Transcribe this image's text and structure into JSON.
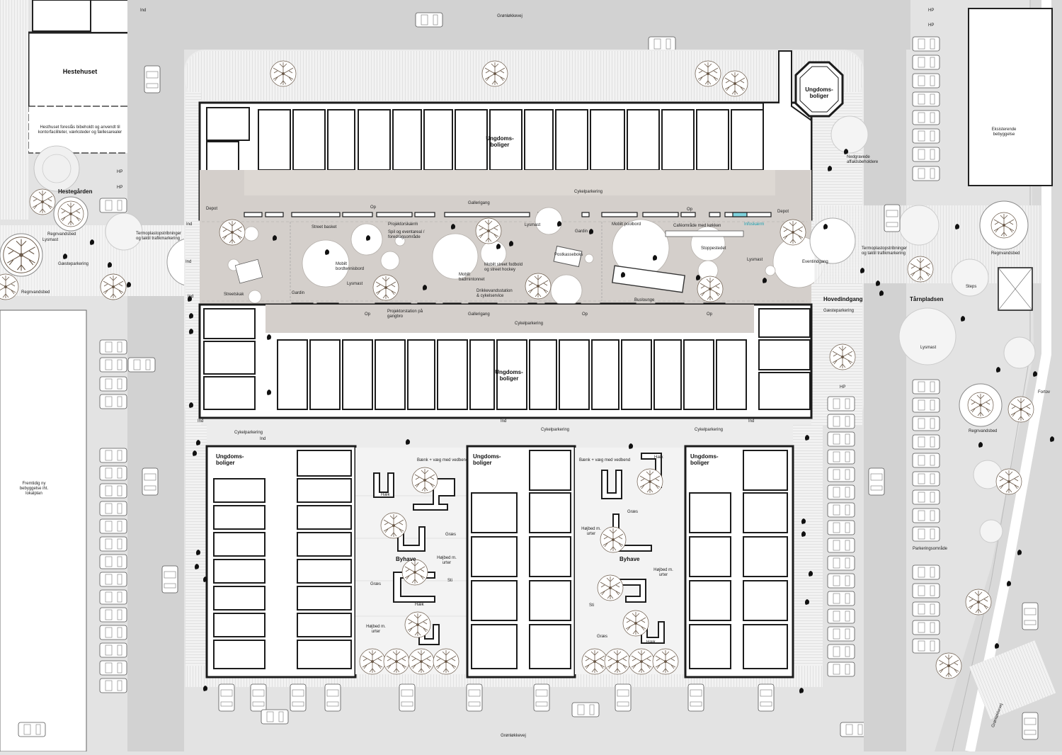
{
  "colors": {
    "ground": "#e3e3e3",
    "plaza": "#d4cfcb",
    "building": "#ffffff",
    "wall": "#1c1c1c",
    "road": "#cfcfcf",
    "accent": "#7fd3dd"
  },
  "streets": {
    "north": "Grønløkkevej",
    "south": "Grønløkkevej",
    "east_diag": "Grønløkkevej"
  },
  "left": {
    "hestehuset": "Hestehuset",
    "hestehuset_note": "Hesthuset foreslås bibeholdt og anvendt til kontorfaciliteter, værksteder og fællesarealer",
    "hestegaarden": "Hestegården",
    "regnvandsbed_1": "Regnvandsbed",
    "regnvandsbed_2": "Regnvandsbed",
    "lysmast": "Lysmast",
    "gaesteparkering": "Gæsteparkering",
    "termoplast": "Termoplastopstribninger og taktil trafikmarkering",
    "hp1": "HP",
    "hp2": "HP",
    "ind_top": "Ind",
    "fremtidig": "Fremtidig ny bebyggelse iht. lokalplan"
  },
  "north_block": {
    "title": "Ungdoms-\nboliger",
    "depot_w": "Depot",
    "depot_e": "Depot",
    "op_w": "Op",
    "op_e": "Op",
    "gallerigang": "Gallerigang",
    "cykelparkering": "Cykelparkering",
    "tower": "Ungdoms-\nboliger",
    "nedgravede": "Nedgravede affaldsbeholdere"
  },
  "plaza": {
    "ind_w": "Ind",
    "ind_w2": "Ind",
    "ind_w3": "Ind",
    "street_basket": "Street basket",
    "projektorskaerm": "Projektorskærm",
    "spil": "Spil og eventareal / foredragsområde",
    "mobilt_bordtennis": "Mobilt bordtennisbord",
    "lysmast_1": "Lysmast",
    "lysmast_2": "Lysmast",
    "lysmast_3": "Lysmast",
    "mobilt_badminton": "Mobilt badmintonnet",
    "mobilt_fodbold": "Mobilt street fodbold og street hockey",
    "gardin_1": "Gardin",
    "gardin_2": "Gardin",
    "mobilt_poolbord": "Mobilt poolbord",
    "cafe": "Caféområde med køkken",
    "infoskaerm": "Infoskærm",
    "postkasseboks": "Postkasseboks",
    "stoppestedet": "Stoppestedet",
    "eventindgang": "Eventindgang",
    "streetskak": "Streetskak",
    "drikkevand": "Drikkevandsstation & cykelservice",
    "projektorstation": "Projektorstation på gangbro",
    "gallerigang": "Gallerigang",
    "op_1": "Op",
    "op_2": "Op",
    "op_3": "Op",
    "buslounge": "Buslounge"
  },
  "south_row": {
    "title": "Ungdoms-\nboliger",
    "cykelparkering": "Cykelparkering"
  },
  "lower": {
    "ind_1": "Ind",
    "ind_2": "Ind",
    "ind_3": "Ind",
    "ind_4": "Ind",
    "cykel_1": "Cykelparkering",
    "cykel_2": "Cykelparkering",
    "cykel_3": "Cykelparkering",
    "block1": "Ungdoms-\nboliger",
    "block2": "Ungdoms-\nboliger",
    "block3": "Ungdoms-\nboliger",
    "byhave_1": "Byhave",
    "byhave_2": "Byhave",
    "baenk_1": "Bænk + væg med vedbend",
    "baenk_2": "Bænk + væg med vedbend",
    "haek_1": "Hæk",
    "haek_2": "Hæk",
    "haek_3": "Hæk",
    "haek_4": "Hæk",
    "graes_1": "Græs",
    "graes_2": "Græs",
    "graes_3": "Græs",
    "graes_4": "Græs",
    "hojbed_1": "Højbed m. urter",
    "hojbed_2": "Højbed m. urter",
    "hojbed_3": "Højbed m. urter",
    "hojbed_4": "Højbed m. urter",
    "sti_1": "Sti",
    "sti_2": "Sti"
  },
  "right": {
    "hp_1": "HP",
    "hp_2": "HP",
    "hp_3": "HP",
    "eksisterende": "Eksisterende bebyggelse",
    "regnvandsbed_1": "Regnvandsbed",
    "regnvandsbed_2": "Regnvandsbed",
    "termoplast": "Termoplastopstribninger og taktil trafikmarkering",
    "hovedindgang": "Hovedindgang",
    "gaesteparkering": "Gæsteparkering",
    "taarnpladsen": "Tårnpladsen",
    "lysmast": "Lysmast",
    "steps": "Steps",
    "parkeringsomraade": "Parkeringsområde",
    "fortov": "Fortov",
    "gronlokkevej": "Grønløkkevej"
  }
}
